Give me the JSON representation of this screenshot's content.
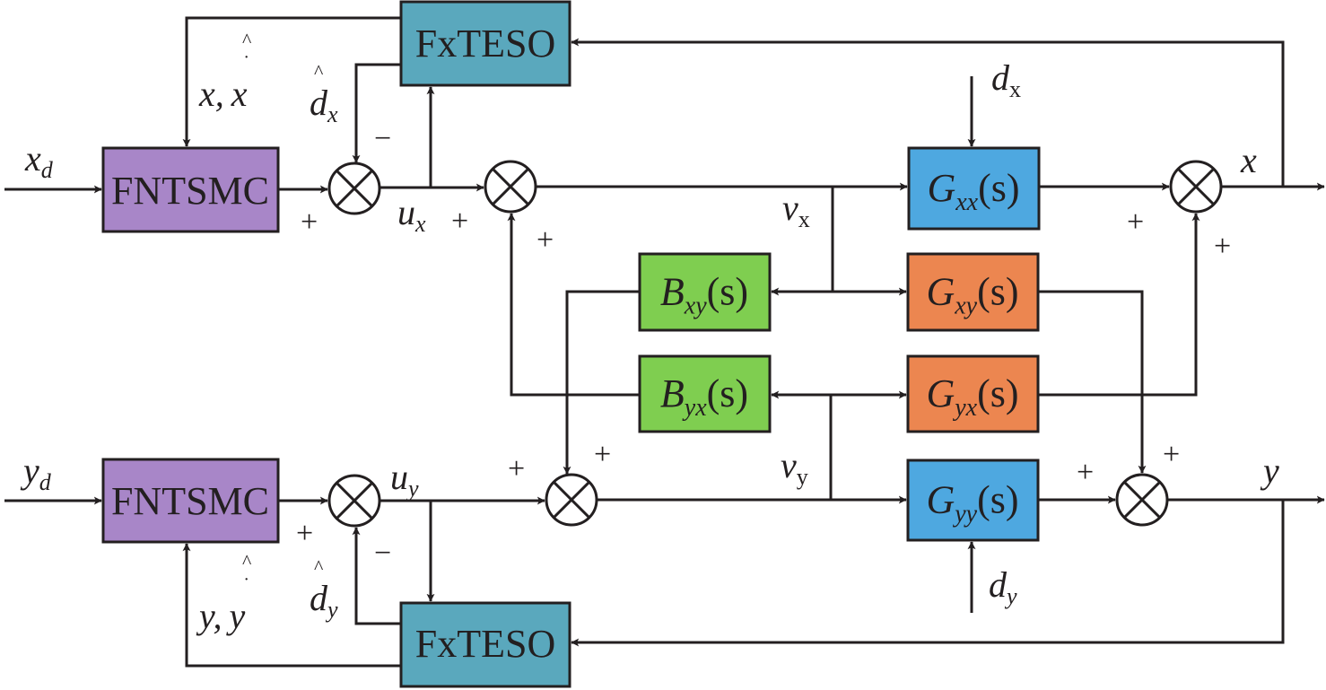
{
  "blocks": {
    "fxteso_top": {
      "label": "FxTESO",
      "color": "#5aa8bd"
    },
    "fntsmc_top": {
      "label": "FNTSMC",
      "color": "#a886c8"
    },
    "fxteso_bottom": {
      "label": "FxTESO",
      "color": "#5aa8bd"
    },
    "fntsmc_bottom": {
      "label": "FNTSMC",
      "color": "#a886c8"
    },
    "gxx": {
      "main": "G",
      "sub": "xx",
      "arg": "(s)",
      "color": "#4ea8e0"
    },
    "gyy": {
      "main": "G",
      "sub": "yy",
      "arg": "(s)",
      "color": "#4ea8e0"
    },
    "gxy": {
      "main": "G",
      "sub": "xy",
      "arg": "(s)",
      "color": "#ec8650"
    },
    "gyx": {
      "main": "G",
      "sub": "yx",
      "arg": "(s)",
      "color": "#ec8650"
    },
    "bxy": {
      "main": "B",
      "sub": "xy",
      "arg": "(s)",
      "color": "#7fce50"
    },
    "byx": {
      "main": "B",
      "sub": "yx",
      "arg": "(s)",
      "color": "#7fce50"
    }
  },
  "signals": {
    "xd": {
      "main": "x",
      "sub": "d"
    },
    "yd": {
      "main": "y",
      "sub": "d"
    },
    "x_est": {
      "first": "x,",
      "second": "x",
      "hat": "^",
      "dot": "˙"
    },
    "y_est": {
      "first": "y,",
      "second": "y",
      "hat": "^",
      "dot": "˙"
    },
    "dx_hat": {
      "main": "d",
      "sub": "x",
      "hat": "^"
    },
    "dy_hat": {
      "main": "d",
      "sub": "y",
      "hat": "^"
    },
    "ux": {
      "main": "u",
      "sub": "x"
    },
    "uy": {
      "main": "u",
      "sub": "y"
    },
    "vx": {
      "main": "v",
      "sub": "x"
    },
    "vy": {
      "main": "v",
      "sub": "y"
    },
    "dx": {
      "main": "d",
      "sub": "x"
    },
    "dy": {
      "main": "d",
      "sub": "y"
    },
    "x_out": "x",
    "y_out": "y"
  },
  "signs": {
    "plus": "+",
    "minus": "−"
  }
}
